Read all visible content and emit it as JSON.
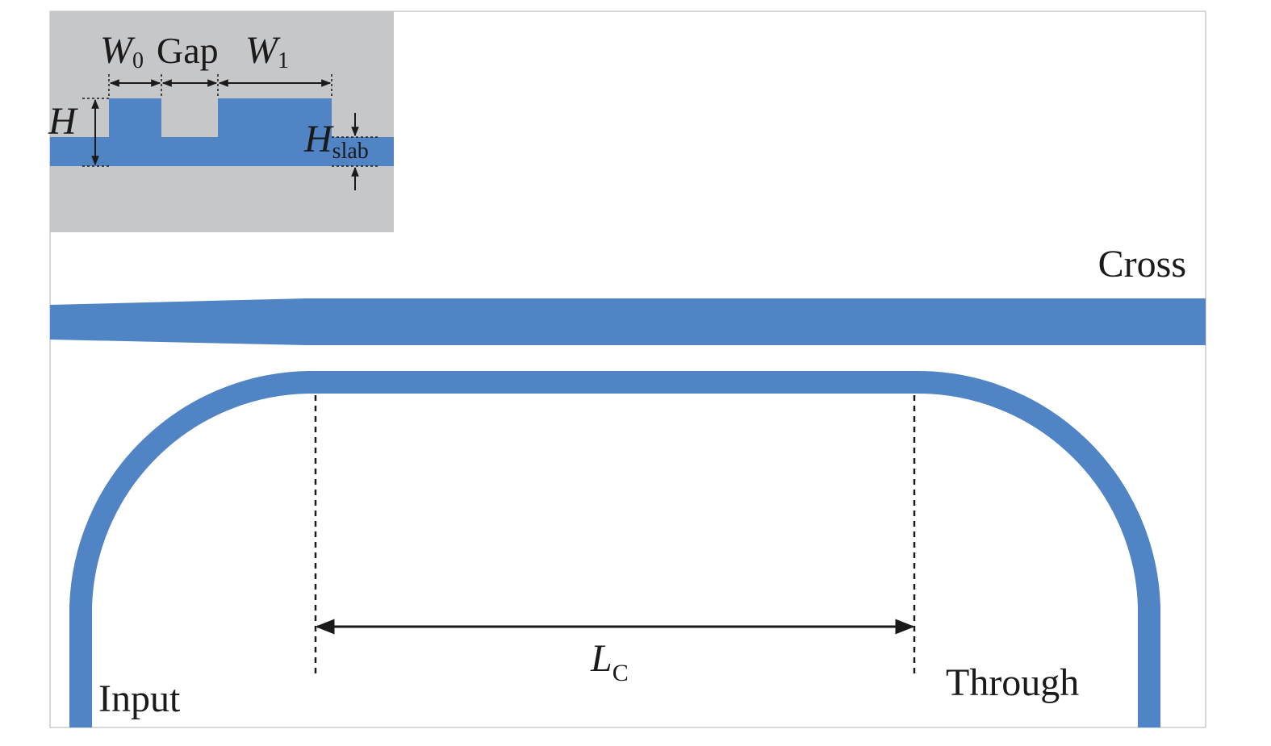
{
  "colors": {
    "waveguide": "#5084c4",
    "inset_background": "#c6c7c9",
    "frame": "#cccccc",
    "annotation": "#1a1a1a"
  },
  "inset": {
    "w0": {
      "main": "W",
      "sub": "0"
    },
    "gap": "Gap",
    "w1": {
      "main": "W",
      "sub": "1"
    },
    "h": "H",
    "hslab": {
      "main": "H",
      "sub": "slab"
    }
  },
  "ports": {
    "cross": "Cross",
    "input": "Input",
    "through": "Through"
  },
  "coupling_length": {
    "main": "L",
    "sub": "C"
  }
}
